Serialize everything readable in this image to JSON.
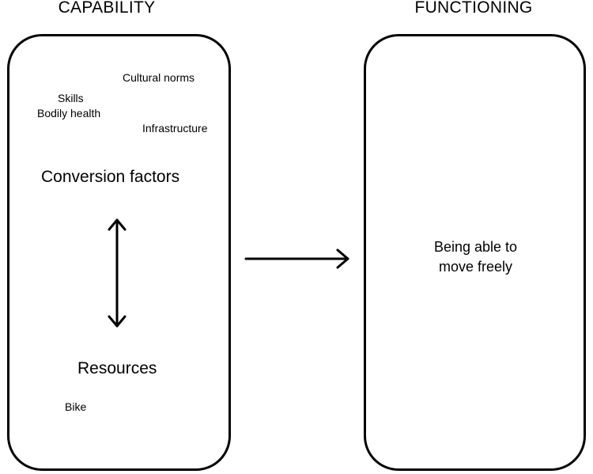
{
  "capability": {
    "heading": "CAPABILITY",
    "conversion_factor_examples": {
      "cultural_norms": "Cultural norms",
      "skills": "Skills",
      "bodily_health": "Bodily health",
      "infrastructure": "Infrastructure"
    },
    "conversion_factors_label": "Conversion factors",
    "resources_label": "Resources",
    "resource_example": "Bike"
  },
  "functioning": {
    "heading": "FUNCTIONING",
    "line1": "Being able to",
    "line2": "move freely"
  },
  "colors": {
    "stroke": "#000000",
    "background": "#ffffff"
  }
}
